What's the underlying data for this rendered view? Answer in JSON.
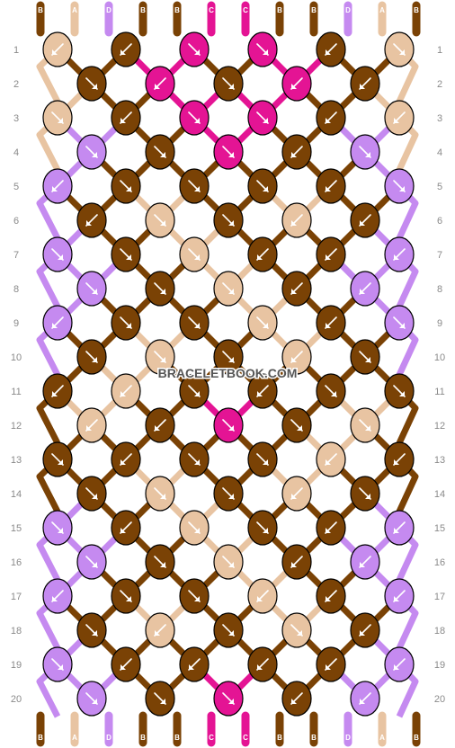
{
  "colors": {
    "A": "#e8c4a2",
    "B": "#7a4205",
    "C": "#e41494",
    "D": "#c58af0"
  },
  "top_strands": [
    "B",
    "A",
    "D",
    "B",
    "B",
    "C",
    "C",
    "B",
    "B",
    "D",
    "A",
    "B"
  ],
  "bottom_strands": [
    "B",
    "A",
    "D",
    "B",
    "B",
    "C",
    "C",
    "B",
    "B",
    "D",
    "A",
    "B"
  ],
  "row_labels": [
    "1",
    "2",
    "3",
    "4",
    "5",
    "6",
    "7",
    "8",
    "9",
    "10",
    "11",
    "12",
    "13",
    "14",
    "15",
    "16",
    "17",
    "18",
    "19",
    "20"
  ],
  "watermark": "BRACELETBOOK.COM",
  "knots": [
    [
      {
        "c": "A",
        "d": "f"
      },
      {
        "c": "B",
        "d": "f"
      },
      {
        "c": "C",
        "d": "b"
      },
      {
        "c": "C",
        "d": "b"
      },
      {
        "c": "B",
        "d": "f"
      },
      {
        "c": "A",
        "d": "b"
      }
    ],
    [
      {
        "c": "B",
        "d": "b"
      },
      {
        "c": "C",
        "d": "f"
      },
      {
        "c": "B",
        "d": "b"
      },
      {
        "c": "C",
        "d": "f"
      },
      {
        "c": "B",
        "d": "f"
      }
    ],
    [
      {
        "c": "A",
        "d": "b"
      },
      {
        "c": "B",
        "d": "f"
      },
      {
        "c": "C",
        "d": "b"
      },
      {
        "c": "C",
        "d": "b"
      },
      {
        "c": "B",
        "d": "f"
      },
      {
        "c": "A",
        "d": "f"
      }
    ],
    [
      {
        "c": "D",
        "d": "b"
      },
      {
        "c": "B",
        "d": "b"
      },
      {
        "c": "C",
        "d": "b"
      },
      {
        "c": "B",
        "d": "f"
      },
      {
        "c": "D",
        "d": "b"
      }
    ],
    [
      {
        "c": "D",
        "d": "f"
      },
      {
        "c": "B",
        "d": "b"
      },
      {
        "c": "B",
        "d": "b"
      },
      {
        "c": "B",
        "d": "b"
      },
      {
        "c": "B",
        "d": "f"
      },
      {
        "c": "D",
        "d": "b"
      }
    ],
    [
      {
        "c": "B",
        "d": "f"
      },
      {
        "c": "A",
        "d": "b"
      },
      {
        "c": "B",
        "d": "b"
      },
      {
        "c": "A",
        "d": "f"
      },
      {
        "c": "B",
        "d": "f"
      }
    ],
    [
      {
        "c": "D",
        "d": "b"
      },
      {
        "c": "B",
        "d": "b"
      },
      {
        "c": "A",
        "d": "b"
      },
      {
        "c": "B",
        "d": "f"
      },
      {
        "c": "B",
        "d": "f"
      },
      {
        "c": "D",
        "d": "f"
      }
    ],
    [
      {
        "c": "D",
        "d": "b"
      },
      {
        "c": "B",
        "d": "b"
      },
      {
        "c": "A",
        "d": "b"
      },
      {
        "c": "B",
        "d": "f"
      },
      {
        "c": "D",
        "d": "f"
      }
    ],
    [
      {
        "c": "D",
        "d": "f"
      },
      {
        "c": "B",
        "d": "b"
      },
      {
        "c": "B",
        "d": "b"
      },
      {
        "c": "A",
        "d": "b"
      },
      {
        "c": "B",
        "d": "f"
      },
      {
        "c": "D",
        "d": "b"
      }
    ],
    [
      {
        "c": "B",
        "d": "b"
      },
      {
        "c": "A",
        "d": "b"
      },
      {
        "c": "B",
        "d": "b"
      },
      {
        "c": "A",
        "d": "f"
      },
      {
        "c": "B",
        "d": "b"
      }
    ],
    [
      {
        "c": "B",
        "d": "f"
      },
      {
        "c": "A",
        "d": "f"
      },
      {
        "c": "B",
        "d": "b"
      },
      {
        "c": "B",
        "d": "f"
      },
      {
        "c": "B",
        "d": "b"
      },
      {
        "c": "B",
        "d": "b"
      }
    ],
    [
      {
        "c": "A",
        "d": "f"
      },
      {
        "c": "B",
        "d": "f"
      },
      {
        "c": "C",
        "d": "b"
      },
      {
        "c": "B",
        "d": "b"
      },
      {
        "c": "A",
        "d": "b"
      }
    ],
    [
      {
        "c": "B",
        "d": "b"
      },
      {
        "c": "B",
        "d": "f"
      },
      {
        "c": "B",
        "d": "b"
      },
      {
        "c": "B",
        "d": "b"
      },
      {
        "c": "A",
        "d": "f"
      },
      {
        "c": "B",
        "d": "f"
      }
    ],
    [
      {
        "c": "B",
        "d": "b"
      },
      {
        "c": "A",
        "d": "b"
      },
      {
        "c": "B",
        "d": "b"
      },
      {
        "c": "A",
        "d": "f"
      },
      {
        "c": "B",
        "d": "b"
      }
    ],
    [
      {
        "c": "D",
        "d": "b"
      },
      {
        "c": "B",
        "d": "f"
      },
      {
        "c": "A",
        "d": "b"
      },
      {
        "c": "B",
        "d": "b"
      },
      {
        "c": "B",
        "d": "f"
      },
      {
        "c": "D",
        "d": "f"
      }
    ],
    [
      {
        "c": "D",
        "d": "b"
      },
      {
        "c": "B",
        "d": "b"
      },
      {
        "c": "A",
        "d": "b"
      },
      {
        "c": "B",
        "d": "f"
      },
      {
        "c": "D",
        "d": "f"
      }
    ],
    [
      {
        "c": "D",
        "d": "f"
      },
      {
        "c": "B",
        "d": "b"
      },
      {
        "c": "B",
        "d": "b"
      },
      {
        "c": "A",
        "d": "f"
      },
      {
        "c": "B",
        "d": "f"
      },
      {
        "c": "D",
        "d": "f"
      }
    ],
    [
      {
        "c": "B",
        "d": "b"
      },
      {
        "c": "A",
        "d": "f"
      },
      {
        "c": "B",
        "d": "b"
      },
      {
        "c": "A",
        "d": "b"
      },
      {
        "c": "B",
        "d": "f"
      }
    ],
    [
      {
        "c": "D",
        "d": "b"
      },
      {
        "c": "B",
        "d": "f"
      },
      {
        "c": "B",
        "d": "f"
      },
      {
        "c": "B",
        "d": "f"
      },
      {
        "c": "B",
        "d": "f"
      },
      {
        "c": "D",
        "d": "f"
      }
    ],
    [
      {
        "c": "D",
        "d": "b"
      },
      {
        "c": "B",
        "d": "b"
      },
      {
        "c": "C",
        "d": "b"
      },
      {
        "c": "B",
        "d": "f"
      },
      {
        "c": "D",
        "d": "f"
      }
    ]
  ]
}
